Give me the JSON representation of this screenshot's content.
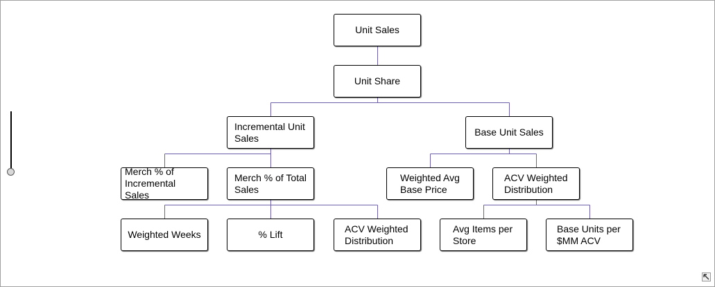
{
  "diagram": {
    "nodes": [
      {
        "id": "unit-sales",
        "label": "Unit Sales"
      },
      {
        "id": "unit-share",
        "label": "Unit Share"
      },
      {
        "id": "incremental-unit-sales",
        "label": "Incremental Unit Sales"
      },
      {
        "id": "base-unit-sales",
        "label": "Base Unit Sales"
      },
      {
        "id": "merch-pct-incremental-sales",
        "label": "Merch % of Incremental Sales"
      },
      {
        "id": "merch-pct-total-sales",
        "label": "Merch % of Total Sales"
      },
      {
        "id": "weighted-avg-base-price",
        "label": "Weighted Avg Base Price"
      },
      {
        "id": "acv-weighted-distribution-base",
        "label": "ACV Weighted Distribution"
      },
      {
        "id": "weighted-weeks",
        "label": "Weighted Weeks"
      },
      {
        "id": "pct-lift",
        "label": "% Lift"
      },
      {
        "id": "acv-weighted-distribution-merch",
        "label": "ACV Weighted Distribution"
      },
      {
        "id": "avg-items-per-store",
        "label": "Avg Items per Store"
      },
      {
        "id": "base-units-per-mm-acv",
        "label": "Base Units per $MM ACV"
      }
    ],
    "edges": [
      [
        "unit-sales",
        "unit-share"
      ],
      [
        "unit-share",
        "incremental-unit-sales"
      ],
      [
        "unit-share",
        "base-unit-sales"
      ],
      [
        "incremental-unit-sales",
        "merch-pct-incremental-sales"
      ],
      [
        "incremental-unit-sales",
        "merch-pct-total-sales"
      ],
      [
        "base-unit-sales",
        "weighted-avg-base-price"
      ],
      [
        "base-unit-sales",
        "acv-weighted-distribution-base"
      ],
      [
        "merch-pct-total-sales",
        "weighted-weeks"
      ],
      [
        "merch-pct-total-sales",
        "pct-lift"
      ],
      [
        "merch-pct-total-sales",
        "acv-weighted-distribution-merch"
      ],
      [
        "acv-weighted-distribution-base",
        "avg-items-per-store"
      ],
      [
        "acv-weighted-distribution-base",
        "base-units-per-mm-acv"
      ]
    ],
    "colors": {
      "connector": "#6a5fa8",
      "node_border": "#000000",
      "node_fill": "#ffffff"
    }
  },
  "controls": {
    "zoom_slider_icon": "vertical-slider",
    "corner_button_icon": "arrow-up-left-icon"
  }
}
